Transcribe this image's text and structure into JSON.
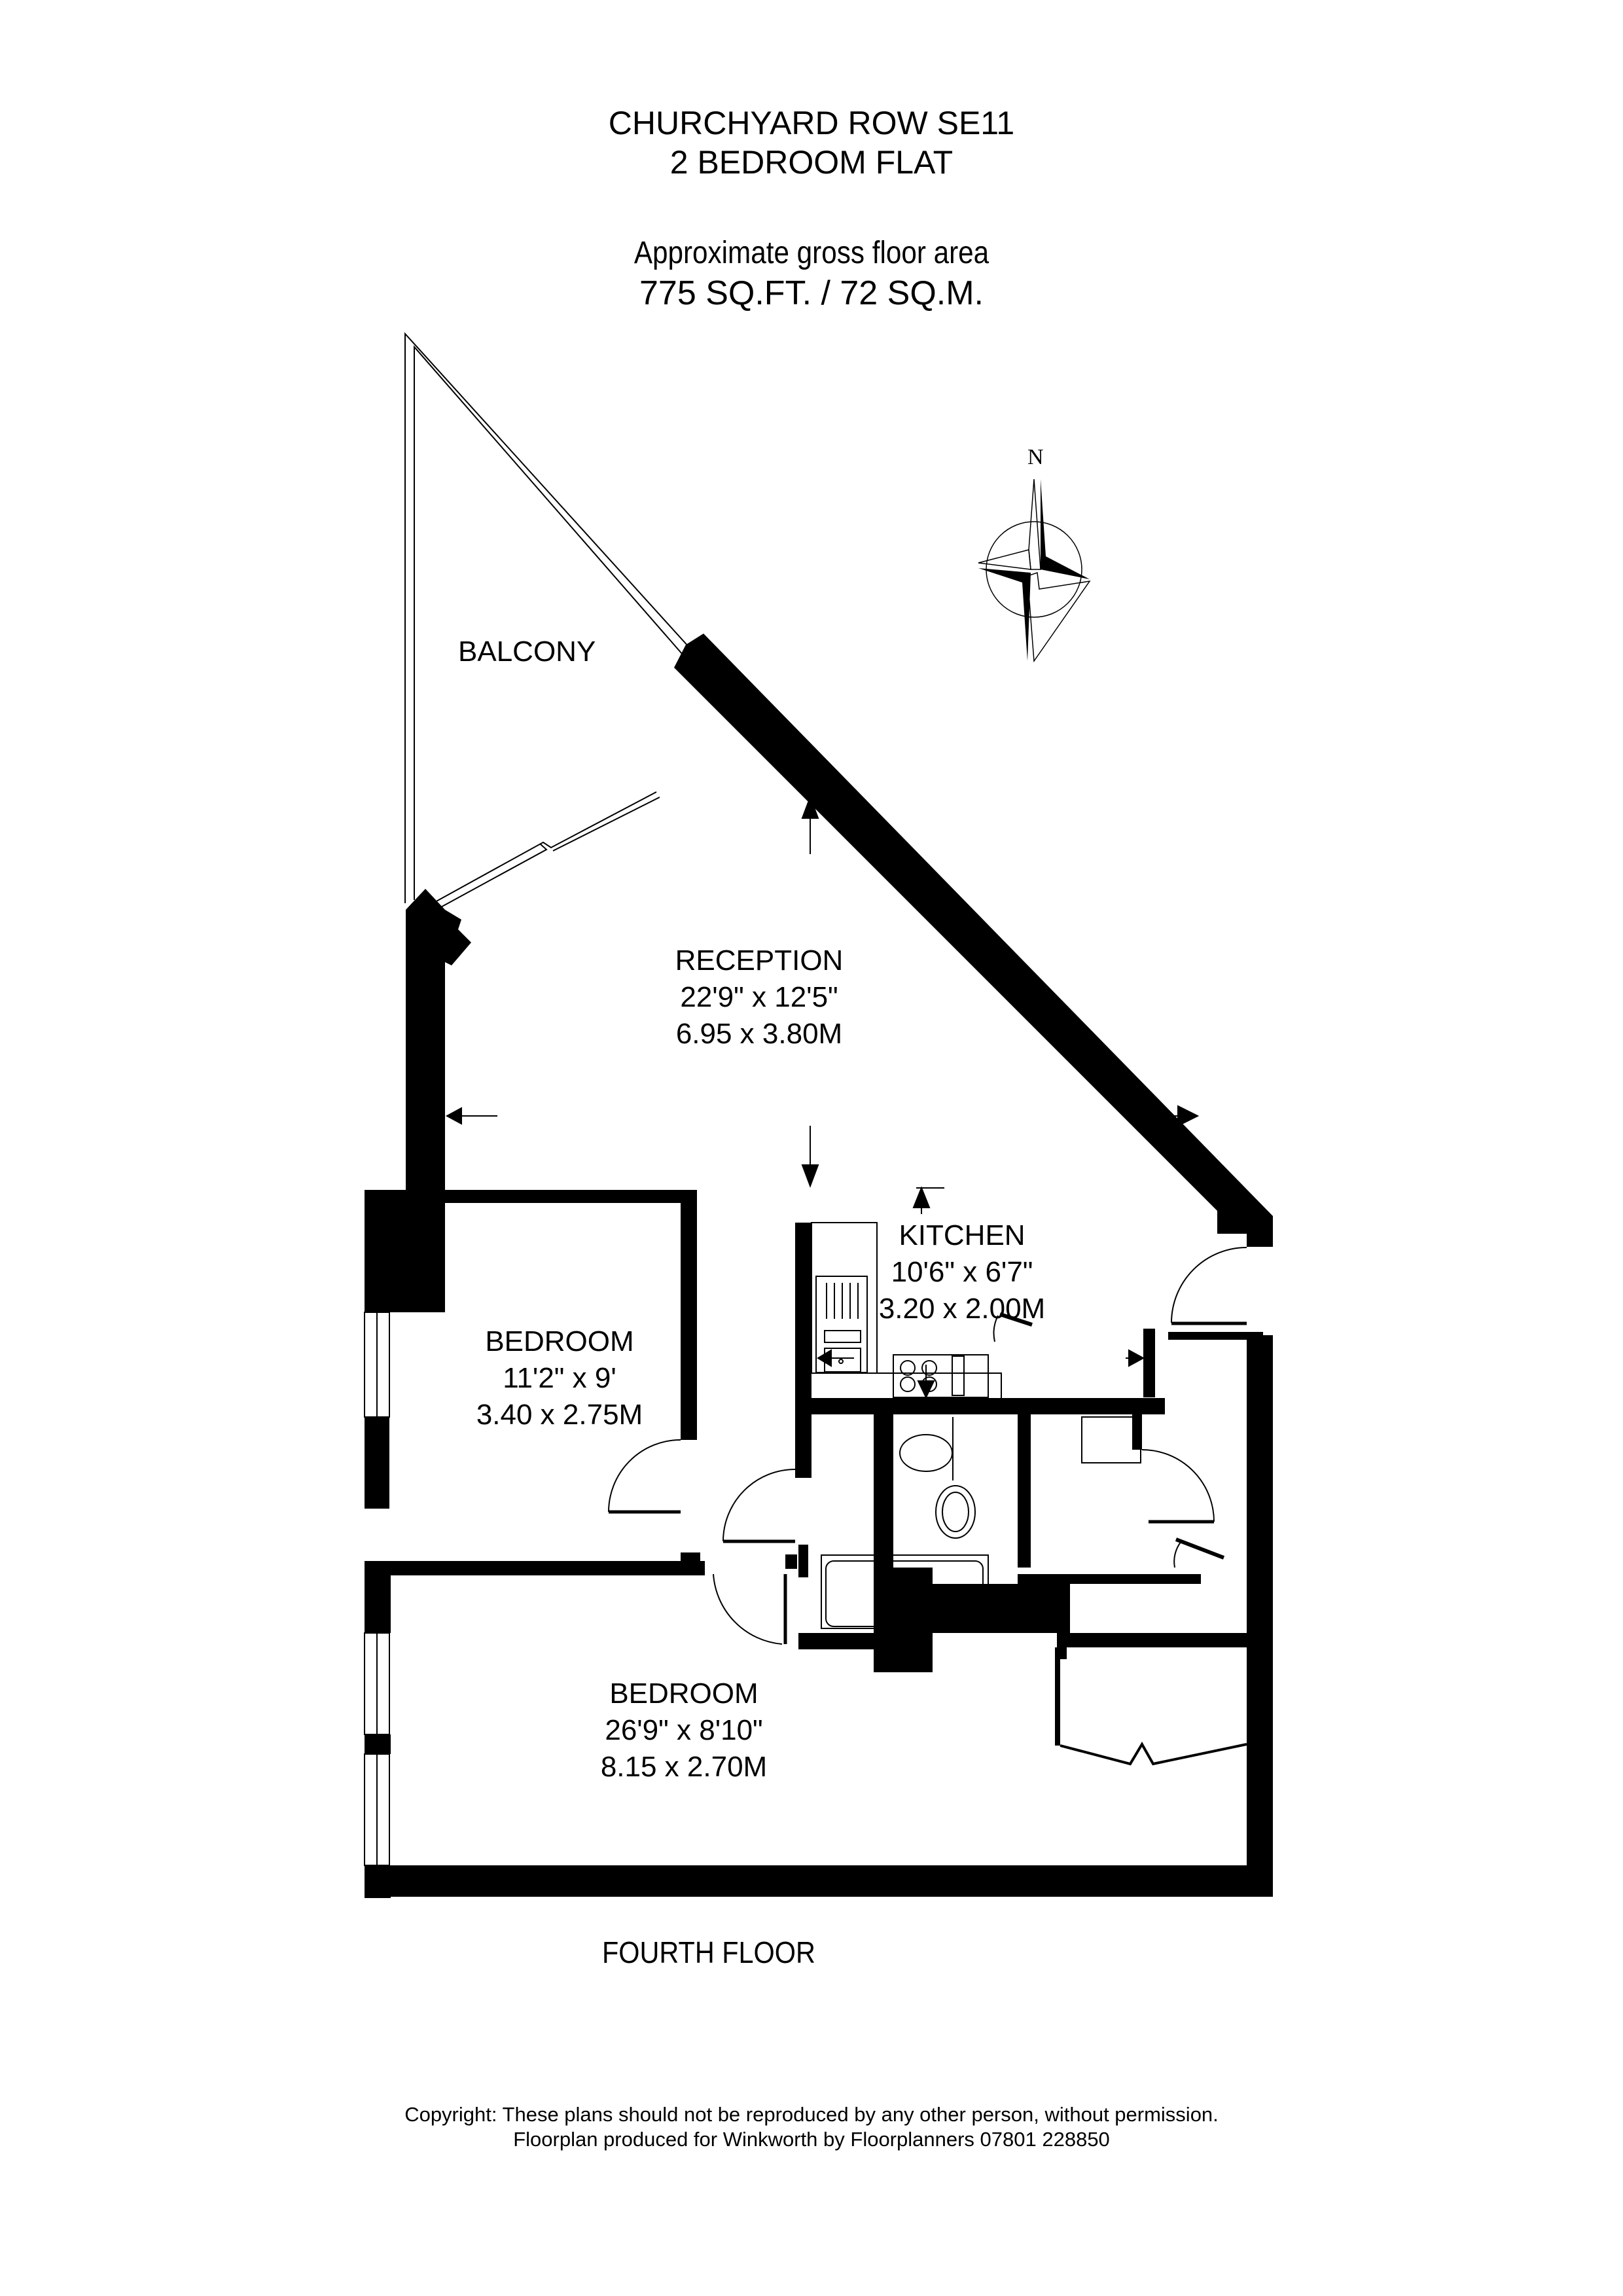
{
  "header": {
    "address": "CHURCHYARD ROW SE11",
    "property_type": "2 BEDROOM FLAT",
    "area_caption": "Approximate gross floor area",
    "area_value": "775 SQ.FT. / 72 SQ.M."
  },
  "compass": {
    "north_label": "N",
    "icon": "compass-rose-icon"
  },
  "rooms": [
    {
      "id": "balcony",
      "name": "BALCONY",
      "imperial": "",
      "metric": ""
    },
    {
      "id": "reception",
      "name": "RECEPTION",
      "imperial": "22'9\" x 12'5\"",
      "metric": "6.95 x 3.80M"
    },
    {
      "id": "kitchen",
      "name": "KITCHEN",
      "imperial": "10'6\" x 6'7\"",
      "metric": "3.20 x 2.00M"
    },
    {
      "id": "bedroom1",
      "name": "BEDROOM",
      "imperial": "11'2\" x 9'",
      "metric": "3.40 x 2.75M"
    },
    {
      "id": "bedroom2",
      "name": "BEDROOM",
      "imperial": "26'9\" x 8'10\"",
      "metric": "8.15 x 2.70M"
    }
  ],
  "floor_label": "FOURTH FLOOR",
  "footer": {
    "copyright": "Copyright: These plans should not be reproduced by any other person, without permission.",
    "credit": "Floorplan produced for Winkworth by Floorplanners 07801 228850"
  },
  "colors": {
    "wall": "#000000",
    "background": "#ffffff"
  }
}
